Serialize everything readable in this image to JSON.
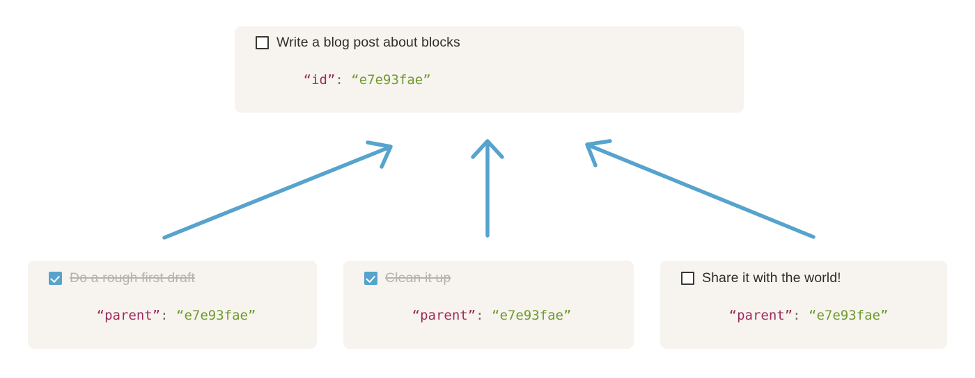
{
  "diagram": {
    "title": "block-parent-child-relationship",
    "arrow_color": "#56a3cd",
    "card_background": "#f7f4ef",
    "json_key_color": "#9c2a5c",
    "json_value_color": "#6f9a2e",
    "checkbox_checked_color": "#56a3cd",
    "done_text_color": "#b7b2ac"
  },
  "parent_card": {
    "checkbox_state": "unchecked",
    "checkbox_icon": "checkbox-empty-icon",
    "label": "Write a blog post about blocks",
    "json_key": "“id”",
    "json_colon": ": ",
    "json_value": "“e7e93fae”"
  },
  "child_cards": [
    {
      "checkbox_state": "checked",
      "checkbox_icon": "checkbox-checked-icon",
      "label": "Do a rough first draft",
      "json_key": "“parent”",
      "json_colon": ": ",
      "json_value": "“e7e93fae”"
    },
    {
      "checkbox_state": "checked",
      "checkbox_icon": "checkbox-checked-icon",
      "label": "Clean it up",
      "json_key": "“parent”",
      "json_colon": ": ",
      "json_value": "“e7e93fae”"
    },
    {
      "checkbox_state": "unchecked",
      "checkbox_icon": "checkbox-empty-icon",
      "label": "Share it with the world!",
      "json_key": "“parent”",
      "json_colon": ": ",
      "json_value": "“e7e93fae”"
    }
  ],
  "arrows": [
    {
      "name": "arrow-child-1-to-parent",
      "from": "child-1",
      "to": "parent"
    },
    {
      "name": "arrow-child-2-to-parent",
      "from": "child-2",
      "to": "parent"
    },
    {
      "name": "arrow-child-3-to-parent",
      "from": "child-3",
      "to": "parent"
    }
  ]
}
